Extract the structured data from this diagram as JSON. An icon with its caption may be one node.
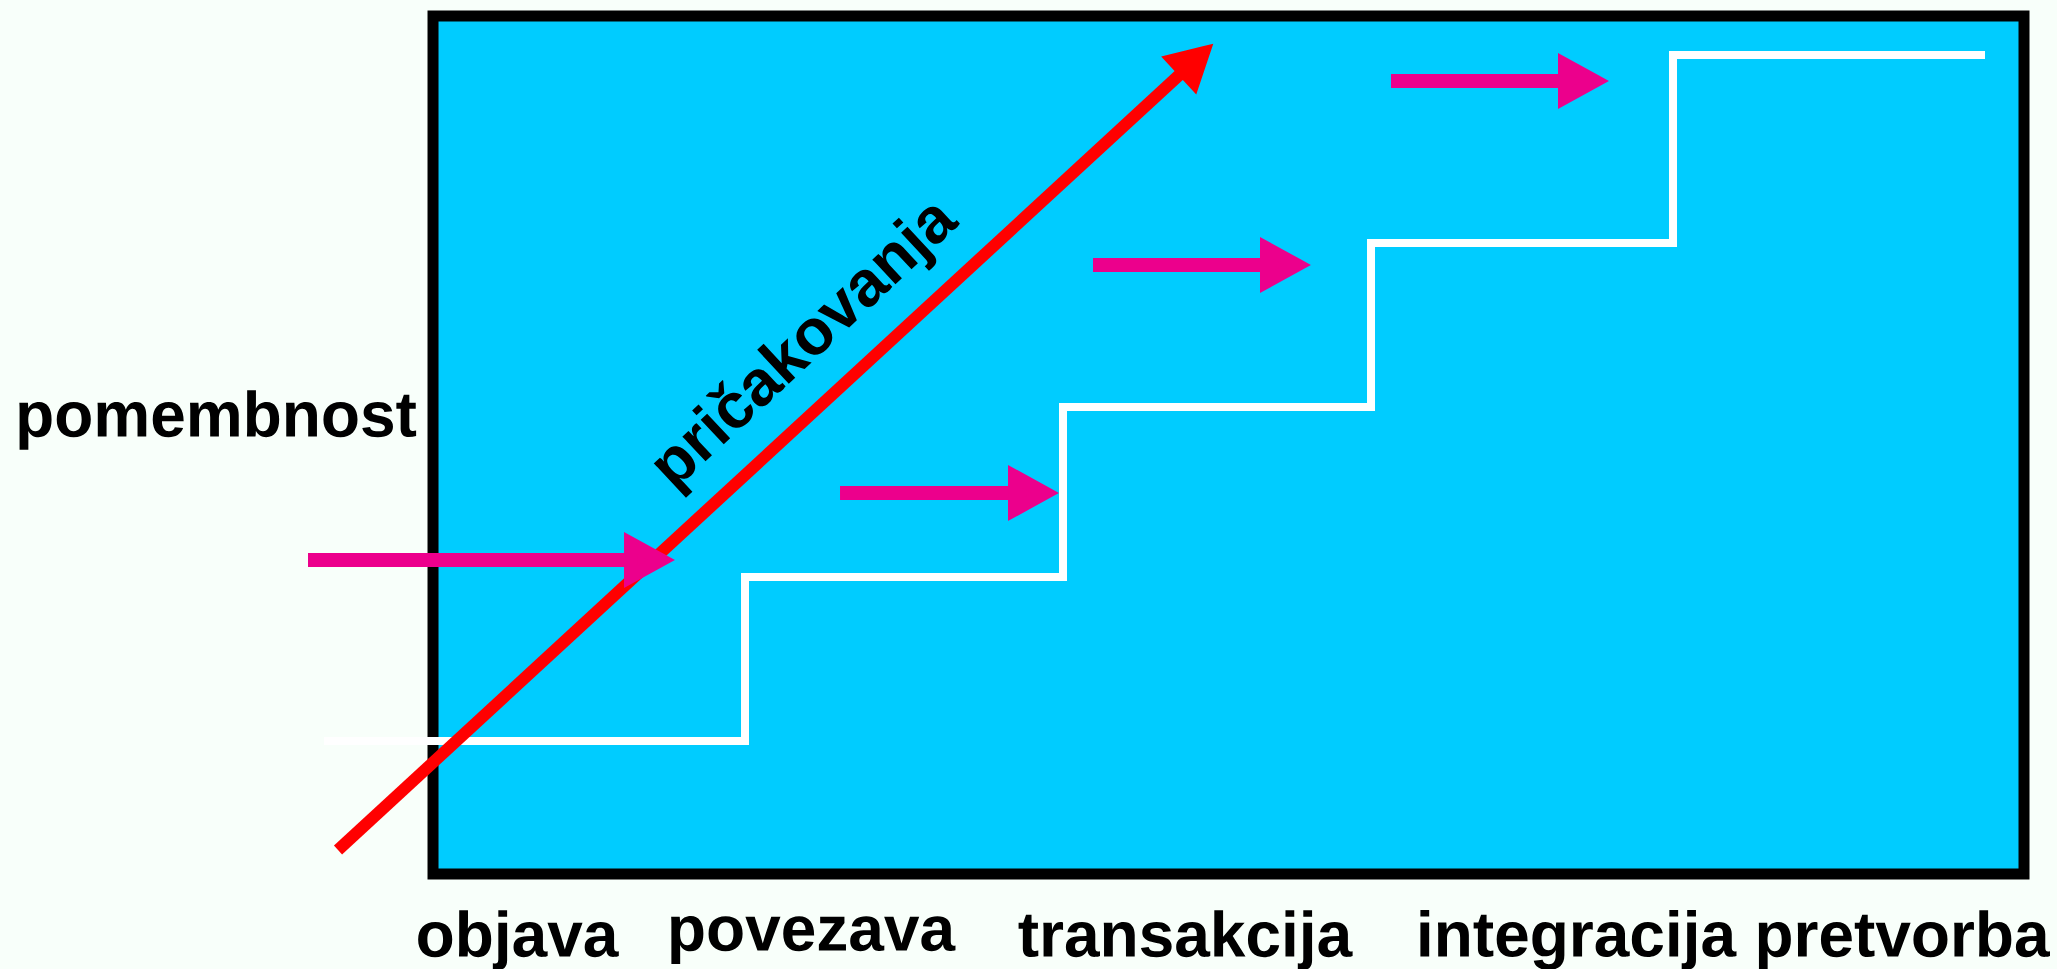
{
  "diagram": {
    "labels": [
      "pomembnost",
      "pričakovanja",
      "objava",
      "povezava",
      "transakcija",
      "integracija",
      "pretvorba"
    ]
  }
}
